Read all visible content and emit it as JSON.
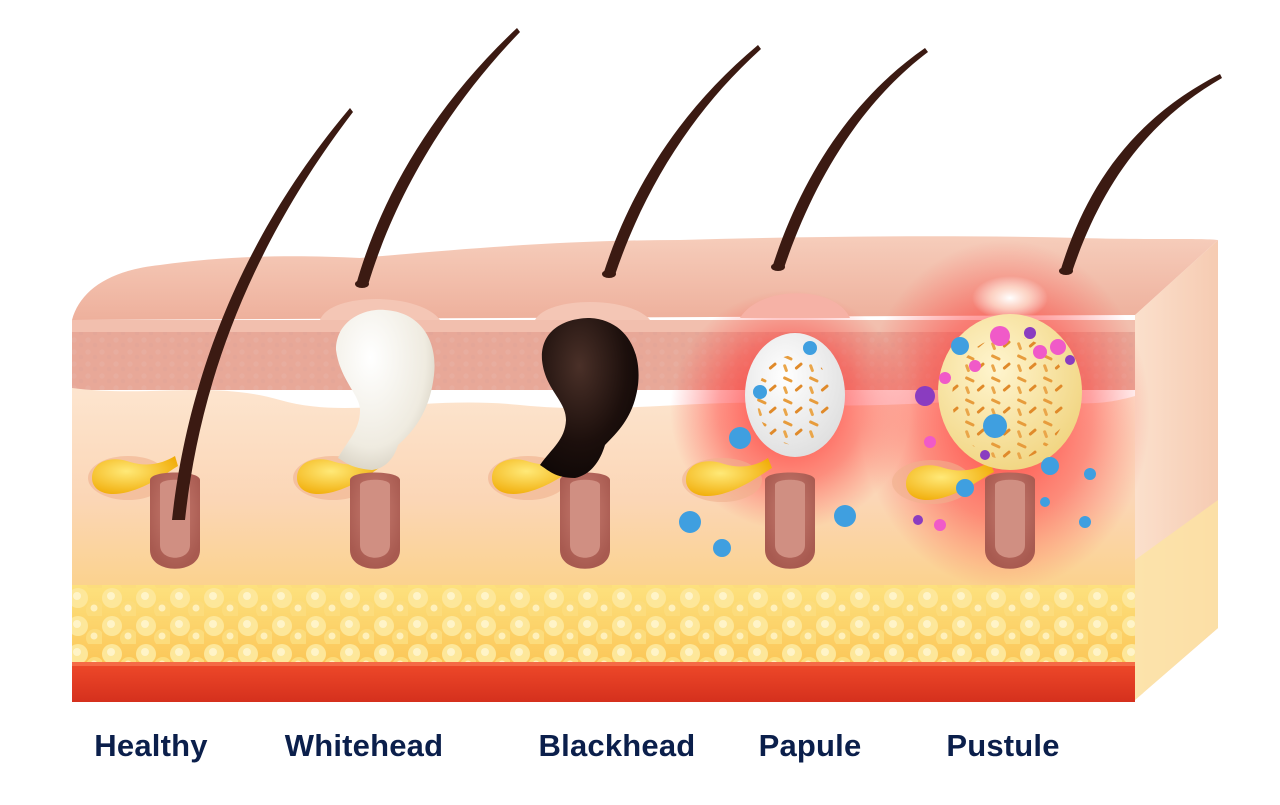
{
  "labels": {
    "healthy": "Healthy",
    "whitehead": "Whitehead",
    "blackhead": "Blackhead",
    "papule": "Papule",
    "pustule": "Pustule"
  },
  "colors": {
    "caption": "#0b1f4b",
    "skin_surface": "#f2b9a5",
    "epidermis": "#dd9a8e",
    "dermis": "#fbd7ba",
    "fat": "#fbd66a",
    "muscle": "#e03a24",
    "hair": "#3b1a12",
    "sebaceous_gland": "#f3b400",
    "whitehead_plug": "#f4f1ea",
    "blackhead_plug": "#1f1210",
    "bacteria": "#e79c3c",
    "inflammation": "#ff2a2a",
    "microbe_blue": "#3f9fe0",
    "microbe_pink": "#f05ac8",
    "microbe_purple": "#8a3cc0"
  }
}
